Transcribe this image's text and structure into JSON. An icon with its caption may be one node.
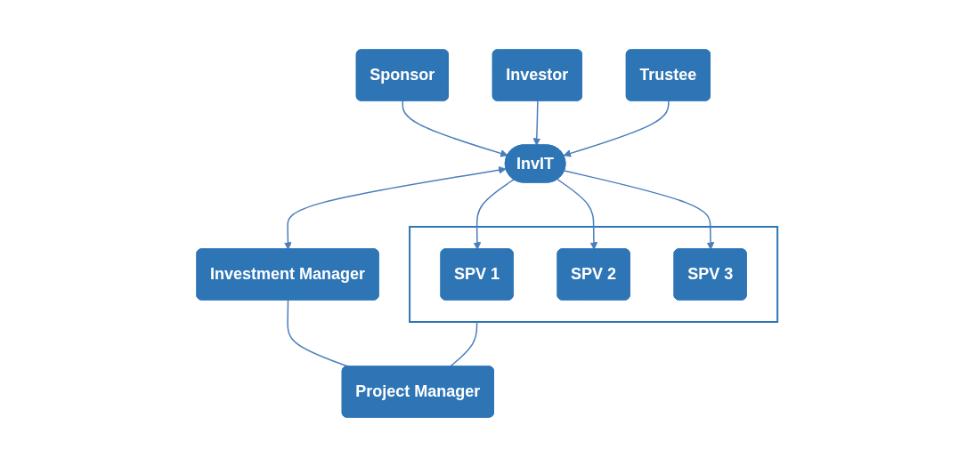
{
  "diagram": {
    "nodes": [
      {
        "text": [
          "Sponsor"
        ]
      },
      {
        "text": [
          "Investor"
        ]
      },
      {
        "text": [
          "Trustee"
        ]
      },
      {
        "text": [
          "InvIT"
        ]
      },
      {
        "text": [
          "Investment Manager"
        ]
      },
      {
        "text": [],
        "shape": "box"
      },
      {
        "text": [
          "SPV 1"
        ],
        "in": 5
      },
      {
        "text": [
          "SPV 2"
        ],
        "in": 5
      },
      {
        "text": [
          "SPV 3"
        ],
        "in": 5
      },
      {
        "text": [
          "Project Manager"
        ]
      }
    ],
    "edges": [
      {
        "from": 0,
        "to": 3,
        "arrow": "to"
      },
      {
        "from": 1,
        "to": 3,
        "arrow": "to"
      },
      {
        "from": 2,
        "to": 3,
        "arrow": "to"
      },
      {
        "from": 3,
        "to": 4,
        "arrow": "both"
      },
      {
        "from": 3,
        "to": 6,
        "arrow": "to"
      },
      {
        "from": 3,
        "to": 7,
        "arrow": "to"
      },
      {
        "from": 3,
        "to": 8,
        "arrow": "to"
      },
      {
        "from": 4,
        "to": 9,
        "arrow": "none"
      },
      {
        "from": 5,
        "to": 9,
        "arrow": "none"
      }
    ]
  }
}
